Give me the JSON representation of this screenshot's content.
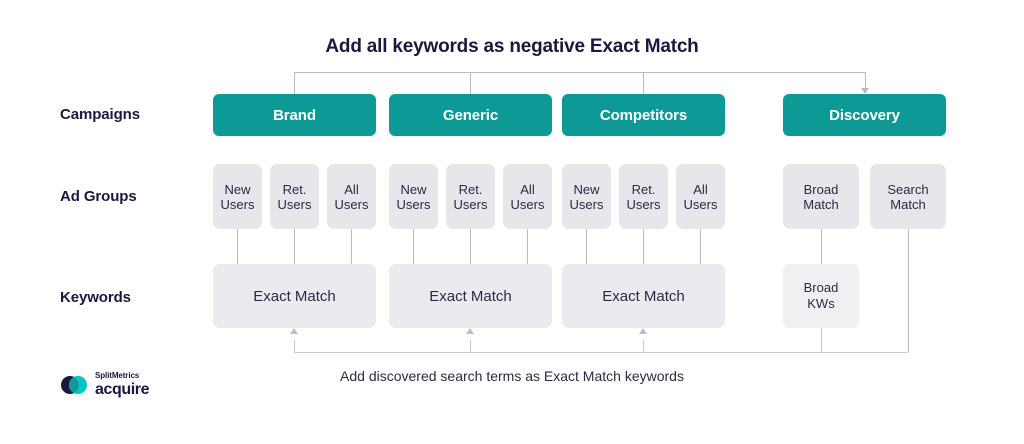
{
  "title": "Add all keywords as negative Exact Match",
  "caption": "Add discovered search terms as Exact Match keywords",
  "colors": {
    "campaign_teal": "#0d9a96",
    "box_gray": "#e6e7eb",
    "keyword_gray": "#eaebee",
    "text_navy": "#1b1840",
    "line_gray": "#b9bcc8",
    "logo_cyan": "#00c4c4"
  },
  "rows": {
    "campaigns_label": "Campaigns",
    "adgroups_label": "Ad Groups",
    "keywords_label": "Keywords"
  },
  "campaigns": [
    {
      "label": "Brand"
    },
    {
      "label": "Generic"
    },
    {
      "label": "Competitors"
    },
    {
      "label": "Discovery"
    }
  ],
  "adgroups": {
    "brand": [
      {
        "line1": "New",
        "line2": "Users"
      },
      {
        "line1": "Ret.",
        "line2": "Users"
      },
      {
        "line1": "All",
        "line2": "Users"
      }
    ],
    "generic": [
      {
        "line1": "New",
        "line2": "Users"
      },
      {
        "line1": "Ret.",
        "line2": "Users"
      },
      {
        "line1": "All",
        "line2": "Users"
      }
    ],
    "competitors": [
      {
        "line1": "New",
        "line2": "Users"
      },
      {
        "line1": "Ret.",
        "line2": "Users"
      },
      {
        "line1": "All",
        "line2": "Users"
      }
    ],
    "discovery": [
      {
        "line1": "Broad",
        "line2": "Match"
      },
      {
        "line1": "Search",
        "line2": "Match"
      }
    ]
  },
  "keywords": {
    "brand": "Exact Match",
    "generic": "Exact Match",
    "competitors": "Exact Match",
    "discovery": {
      "line1": "Broad",
      "line2": "KWs"
    }
  },
  "logo": {
    "top": "SplitMetrics",
    "bottom": "acquire",
    "mark": "overlapping-circles-icon"
  }
}
